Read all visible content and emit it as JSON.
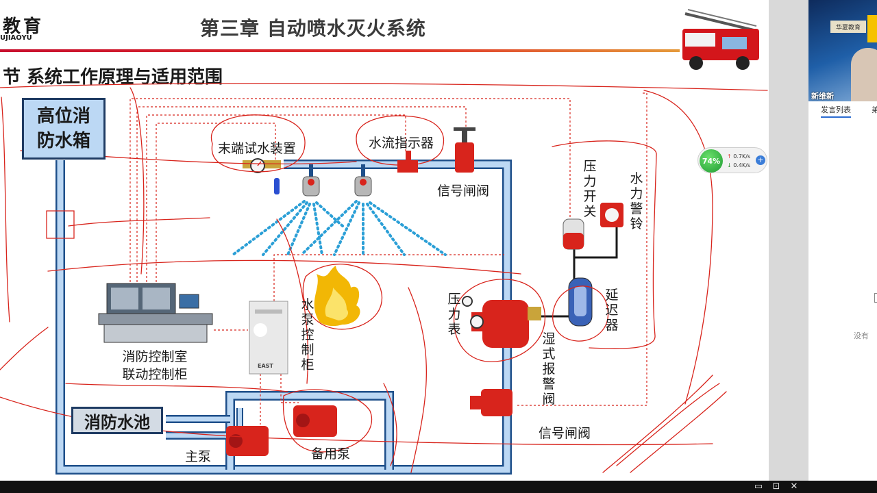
{
  "slide": {
    "logo_cn": "教育",
    "logo_en": "UJIAOYU",
    "chapter_title": "第三章  自动喷水灭火系统",
    "section_title": "节  系统工作原理与适用范围",
    "labels": {
      "high_tank": "高位消防水箱",
      "end_test": "末端试水装置",
      "flow_indicator": "水流指示器",
      "signal_valve_top": "信号闸阀",
      "pressure_switch": "压力开关",
      "water_bell": "水力警铃",
      "delayer": "延迟器",
      "pressure_gauge": "压力表",
      "wet_alarm_valve": "湿式报警阀",
      "signal_valve_bottom": "信号闸阀",
      "control_room_line1": "消防控制室",
      "control_room_line2": "联动控制柜",
      "pump_cabinet": "水泵控制柜",
      "pool": "消防水池",
      "main_pump": "主泵",
      "standby_pump": "备用泵",
      "cabinet_brand": "EAST"
    }
  },
  "network_widget": {
    "percent": "74%",
    "upload": "0.7K/s",
    "download": "0.4K/s"
  },
  "side_panel": {
    "speaker_name": "新维新",
    "tab_speakers": "发言列表",
    "tab_other": "弟",
    "empty_text": "没有",
    "video_sign": "华夏教育"
  },
  "colors": {
    "pipe_fill": "#bcd8f4",
    "pipe_edge": "#1e4f8a",
    "annotation_red": "#d8241c",
    "water_spray": "#2b9fd6",
    "title_bar": "#c8102e"
  }
}
